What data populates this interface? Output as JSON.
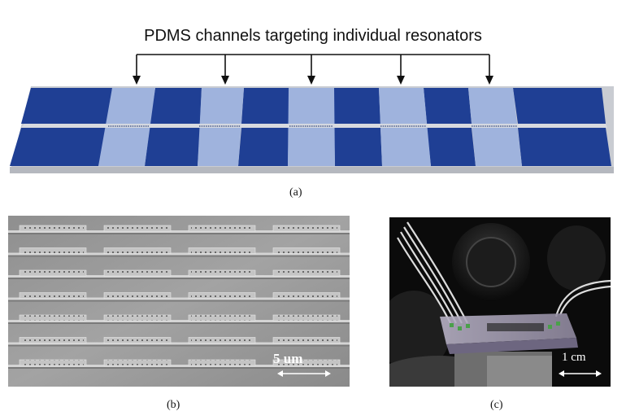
{
  "panel_a": {
    "title": "PDMS channels targeting individual resonators",
    "caption": "(a)",
    "colors": {
      "electrode": "#1f3f94",
      "channel": "#9fb3dd",
      "substrate": "#c9ccd2"
    },
    "channel_count": 5
  },
  "panel_b": {
    "caption": "(b)",
    "scale_label": "5 um",
    "resonator_rows": 7,
    "resonator_columns": 4
  },
  "panel_c": {
    "caption": "(c)",
    "scale_label": "1 cm"
  }
}
